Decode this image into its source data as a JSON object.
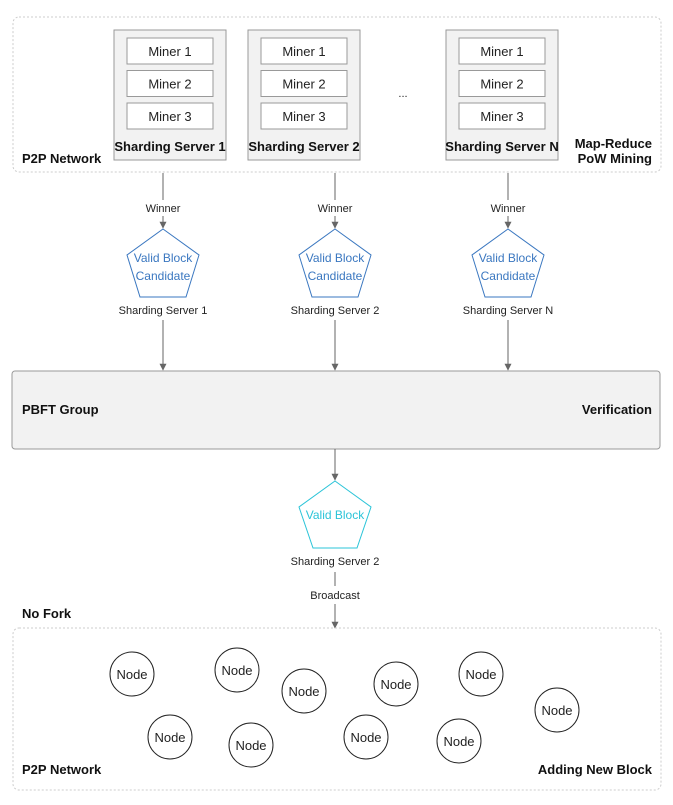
{
  "top_group": {
    "left_label": "P2P Network",
    "right_label_line1": "Map-Reduce",
    "right_label_line2": "PoW Mining",
    "ellipsis": "...",
    "servers": [
      {
        "label": "Sharding Server 1",
        "miners": [
          "Miner 1",
          "Miner 2",
          "Miner 3"
        ]
      },
      {
        "label": "Sharding Server 2",
        "miners": [
          "Miner 1",
          "Miner 2",
          "Miner 3"
        ]
      },
      {
        "label": "Sharding Server N",
        "miners": [
          "Miner 1",
          "Miner 2",
          "Miner 3"
        ]
      }
    ]
  },
  "candidates": [
    {
      "edge_label": "Winner",
      "line1": "Valid Block",
      "line2": "Candidate",
      "caption": "Sharding Server 1"
    },
    {
      "edge_label": "Winner",
      "line1": "Valid Block",
      "line2": "Candidate",
      "caption": "Sharding Server 2"
    },
    {
      "edge_label": "Winner",
      "line1": "Valid Block",
      "line2": "Candidate",
      "caption": "Sharding Server N"
    }
  ],
  "pbft": {
    "left_label": "PBFT Group",
    "right_label": "Verification"
  },
  "valid_block": {
    "label": "Valid Block",
    "caption": "Sharding Server 2",
    "edge_label": "Broadcast"
  },
  "no_fork_label": "No Fork",
  "bottom_group": {
    "left_label": "P2P Network",
    "right_label": "Adding New Block",
    "nodes": [
      "Node",
      "Node",
      "Node",
      "Node",
      "Node",
      "Node",
      "Node",
      "Node",
      "Node",
      "Node"
    ]
  },
  "colors": {
    "candidate": "#3a77c0",
    "valid_block": "#2bc4d8",
    "arrow": "#666666",
    "box_fill": "#f2f2f2"
  }
}
